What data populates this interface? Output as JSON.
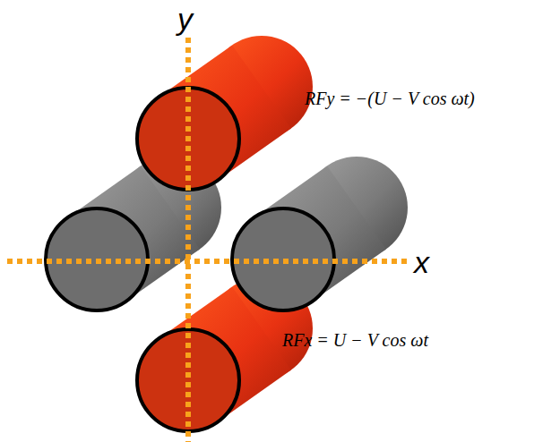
{
  "diagram": {
    "labels": [
      "y",
      "RFy = −(U − V cos ωt)",
      "x",
      "RFx = U − V cos ωt"
    ]
  }
}
